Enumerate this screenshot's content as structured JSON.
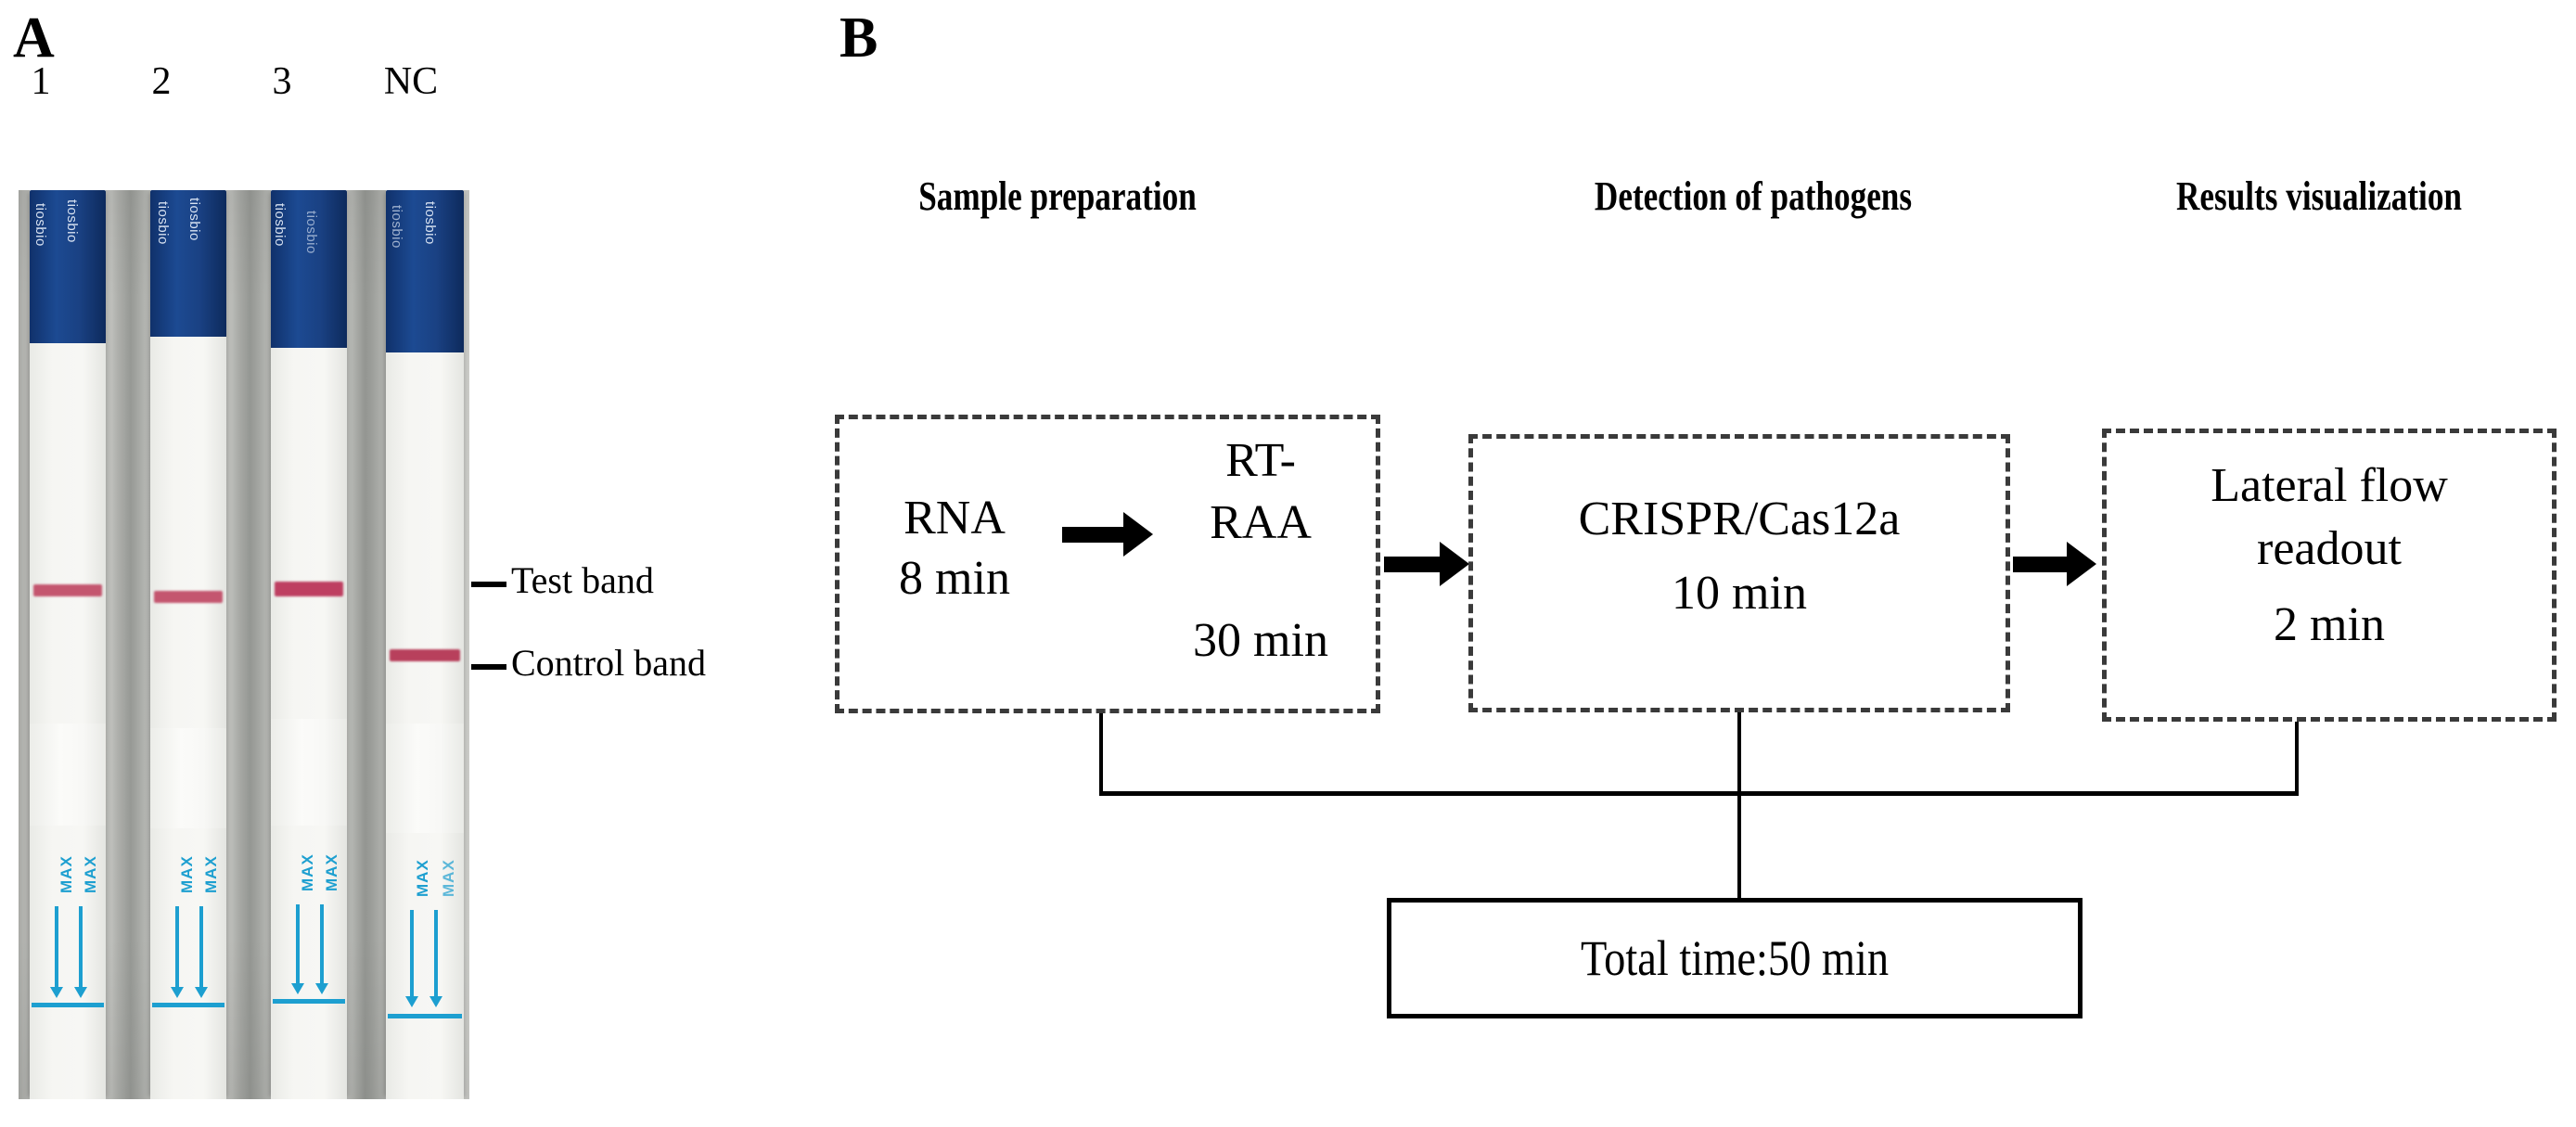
{
  "panels": {
    "a": {
      "letter": "A"
    },
    "b": {
      "letter": "B"
    }
  },
  "panel_a": {
    "lane_labels": [
      "1",
      "2",
      "3",
      "NC"
    ],
    "strip_brand": "tiosbio",
    "strip_max_label": "MAX",
    "callouts": [
      {
        "label": "Test band"
      },
      {
        "label": "Control band"
      }
    ],
    "band_color_test": "#c4566f",
    "band_color_control": "#b8405c",
    "cap_color": "#164288",
    "max_marking_color": "#1d9fd0",
    "strips": [
      {
        "lane": "1",
        "test_band": true,
        "control_band": false
      },
      {
        "lane": "2",
        "test_band": true,
        "control_band": false
      },
      {
        "lane": "3",
        "test_band": true,
        "control_band": false
      },
      {
        "lane": "NC",
        "test_band": false,
        "control_band": true
      }
    ]
  },
  "panel_b": {
    "stage_headers": [
      {
        "title": "Sample preparation"
      },
      {
        "title": "Detection of pathogens"
      },
      {
        "title": "Results visualization"
      }
    ],
    "steps": [
      {
        "name": "RNA",
        "time": "8 min"
      },
      {
        "name": "RT-\nRAA",
        "time": "30 min"
      },
      {
        "name": "CRISPR/Cas12a",
        "time": "10 min"
      },
      {
        "name": "Lateral flow\nreadout",
        "time": "2 min"
      }
    ],
    "step_rna_line1": "RNA",
    "step_rna_line2": "8 min",
    "step_rtraa_line1": "RT-",
    "step_rtraa_line2": "RAA",
    "step_rtraa_line3": "30 min",
    "step_crispr_line1": "CRISPR/Cas12a",
    "step_crispr_line2": "10 min",
    "step_lfa_line1": "Lateral flow",
    "step_lfa_line2": "readout",
    "step_lfa_line3": "2 min",
    "total": {
      "label": "Total time:50 min",
      "minutes": 50
    },
    "border_style_process": "dashed",
    "border_style_total": "solid",
    "accent_color": "#000000"
  }
}
